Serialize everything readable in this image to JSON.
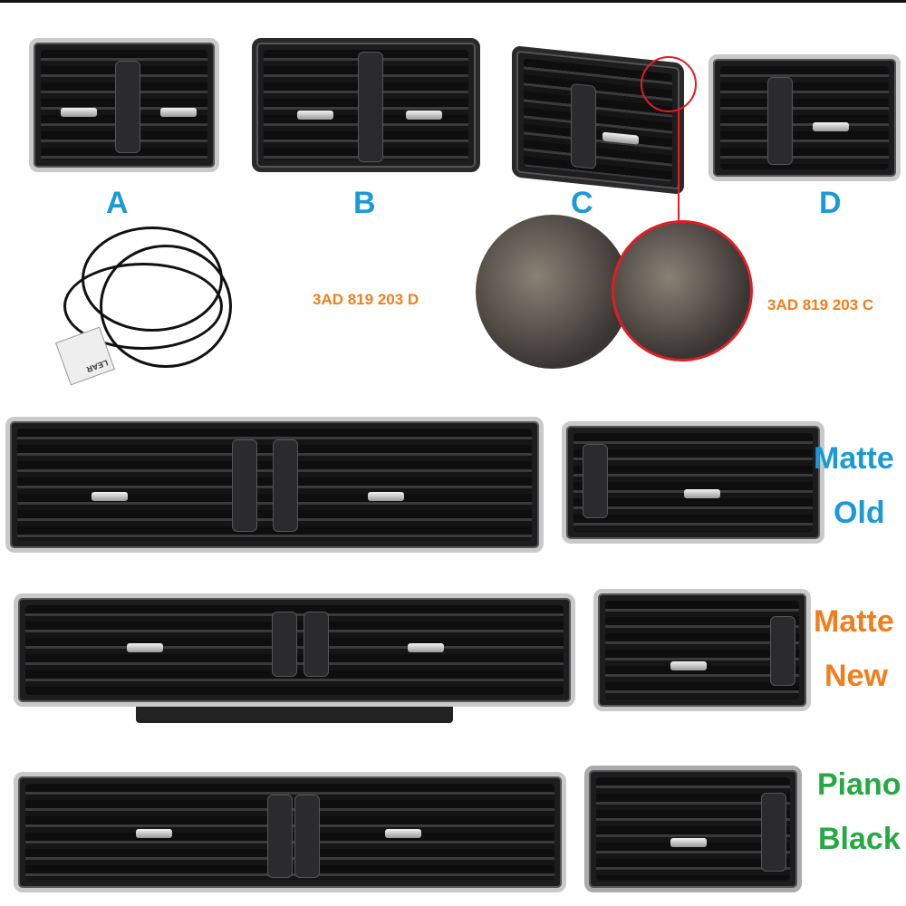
{
  "labels": {
    "a": "A",
    "b": "B",
    "c": "C",
    "d": "D"
  },
  "part_numbers": {
    "left": "3AD 819 203 D",
    "right": "3AD 819 203 C"
  },
  "variants": [
    {
      "line1": "Matte",
      "line2": "Old",
      "color": "#1c9ad8"
    },
    {
      "line1": "Matte",
      "line2": "New",
      "color": "#f07e1f"
    },
    {
      "line1": "Piano",
      "line2": "Black",
      "color": "#27a844"
    }
  ],
  "harness_tag": "LEAR"
}
